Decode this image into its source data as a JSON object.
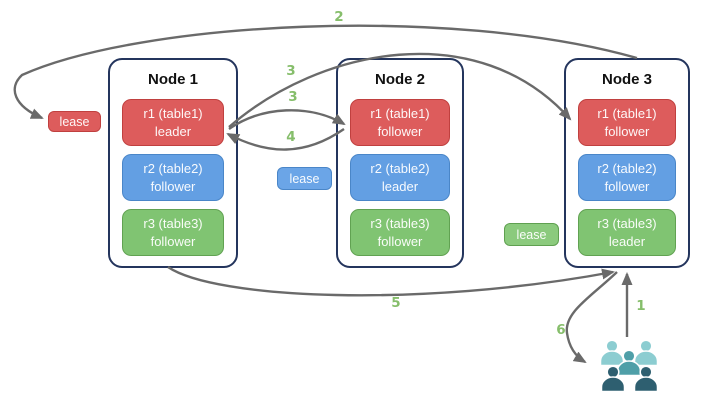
{
  "nodes": [
    {
      "title": "Node 1",
      "replicas": [
        {
          "name": "r1 (table1)",
          "role": "leader"
        },
        {
          "name": "r2 (table2)",
          "role": "follower"
        },
        {
          "name": "r3 (table3)",
          "role": "follower"
        }
      ]
    },
    {
      "title": "Node 2",
      "replicas": [
        {
          "name": "r1 (table1)",
          "role": "follower"
        },
        {
          "name": "r2 (table2)",
          "role": "leader"
        },
        {
          "name": "r3 (table3)",
          "role": "follower"
        }
      ]
    },
    {
      "title": "Node 3",
      "replicas": [
        {
          "name": "r1 (table1)",
          "role": "follower"
        },
        {
          "name": "r2 (table2)",
          "role": "follower"
        },
        {
          "name": "r3 (table3)",
          "role": "leader"
        }
      ]
    }
  ],
  "leases": [
    {
      "label": "lease",
      "replica": "r1 (table1)",
      "node": "Node 1"
    },
    {
      "label": "lease",
      "replica": "r2 (table2)",
      "node": "Node 2"
    },
    {
      "label": "lease",
      "replica": "r3 (table3)",
      "node": "Node 3"
    }
  ],
  "arrows": [
    {
      "label": "1",
      "from": "clients",
      "to": "node3"
    },
    {
      "label": "2",
      "from": "node3",
      "to": "lease-r1-node1"
    },
    {
      "label": "3",
      "from": "node1-r1-leader",
      "to": "node3-r1-follower"
    },
    {
      "label": "3",
      "from": "node1-r1-leader",
      "to": "node2-r1-follower"
    },
    {
      "label": "4",
      "from": "node2-r1-follower",
      "to": "node1-r1-leader"
    },
    {
      "label": "5",
      "from": "node1",
      "to": "node3"
    },
    {
      "label": "6",
      "from": "node3",
      "to": "clients"
    }
  ],
  "icons": {
    "clients": "users-group-icon"
  },
  "colors": {
    "replica_red": "#dd5c5c",
    "replica_blue": "#639fe3",
    "replica_green": "#80c472",
    "node_border": "#24355d",
    "arrow_gray": "#6a6a6a",
    "flow_label_green": "#86be6b",
    "users_light_teal": "#8ccdd1",
    "users_mid_teal": "#4f9fa8",
    "users_dark_teal": "#2e5f70"
  }
}
